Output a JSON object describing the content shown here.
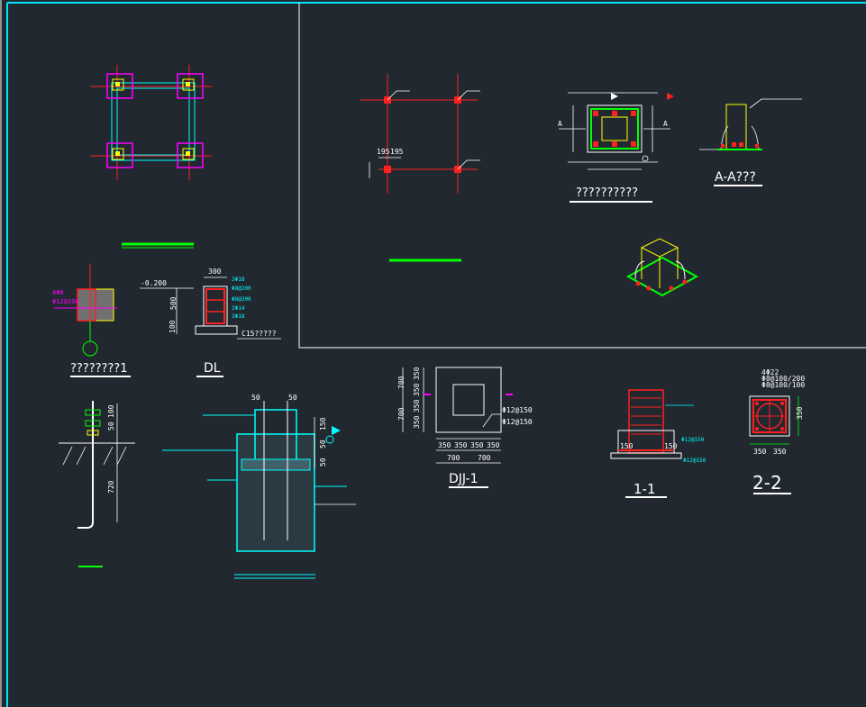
{
  "colors": {
    "background": "#212830",
    "frame": "#00e5ff",
    "line_white": "#ffffff",
    "line_red": "#ff2020",
    "line_green": "#00ff00",
    "line_cyan": "#00ffff",
    "line_magenta": "#ff00ff",
    "line_yellow": "#ffff00"
  },
  "titles": {
    "detail_plan": "??????????",
    "section_aa": "A-A???",
    "left_detail": "????????1",
    "dl": "DL",
    "djj": "DJJ-1",
    "sec_11": "1-1",
    "sec_22": "2-2",
    "c15_note": "C15?????"
  },
  "labels": {
    "elev": "-0.200",
    "dim_300": "300",
    "dim_500": "500",
    "dim_100": "100",
    "dim_195a": "195",
    "dim_195b": "195",
    "dim_700_v1": "700",
    "dim_700_v2": "700",
    "dim_350s": [
      "350",
      "350",
      "350",
      "350"
    ],
    "dim_700_h": [
      "700",
      "700"
    ],
    "dim_350_v": [
      "350",
      "350",
      "350",
      "350"
    ],
    "dim_720": "720",
    "dim_50": "50",
    "dim_150": "150",
    "dim_22_350": [
      "350",
      "350"
    ],
    "dim_22_v": "350",
    "mark_a": "A"
  },
  "notes": {
    "dl_rebar": [
      "3Φ18",
      "Φ8@200",
      "Φ8@200",
      "2Φ14",
      "3Φ18"
    ],
    "left_rebar": [
      "4Φ8",
      "Φ12@100"
    ],
    "djj_rebar": [
      "Φ12@150",
      "Φ12@150"
    ],
    "sec11_rebar": [
      "Φ12@150",
      "Φ12@150"
    ],
    "sec22_rebar": [
      "4Φ22",
      "Φ8@100/200",
      "Φ8@100/100"
    ]
  }
}
